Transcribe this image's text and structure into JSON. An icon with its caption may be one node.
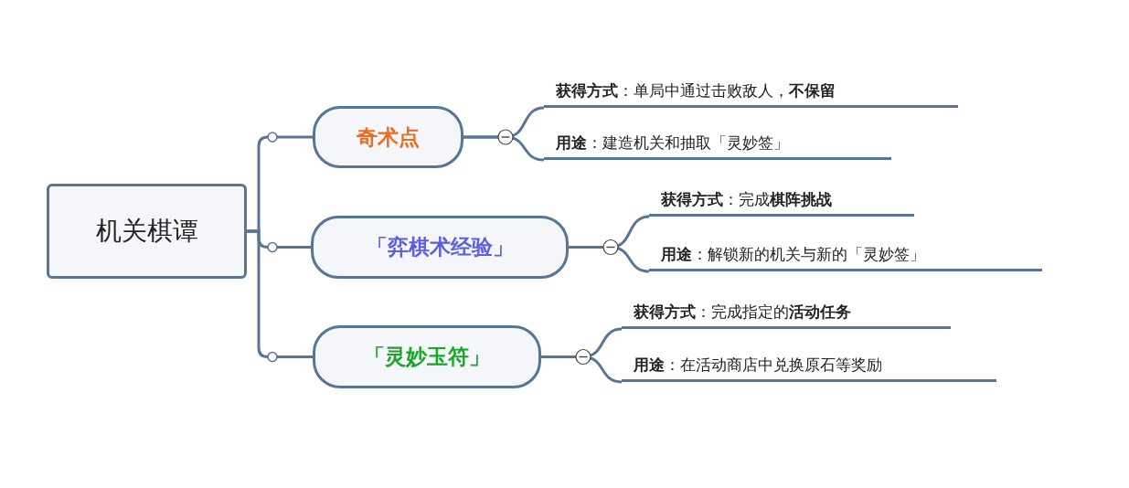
{
  "diagram": {
    "nodes": [
      {
        "text": [
          "机关棋谭"
        ]
      },
      {
        "text": [
          "奇术点"
        ]
      },
      {
        "text": [
          "「弈棋术经验」"
        ]
      },
      {
        "text": [
          "「灵妙玉符」"
        ]
      },
      {
        "text": [
          "**获得方式**：单局中通过击败敌人，**不保留**"
        ]
      },
      {
        "text": [
          "**用途**：建造机关和抽取「灵妙签」"
        ]
      },
      {
        "text": [
          "**获得方式**：完成**棋阵挑战**"
        ]
      },
      {
        "text": [
          "**用途**：解锁新的机关与新的「灵妙签」"
        ]
      },
      {
        "text": [
          "**获得方式**：完成指定的**活动任务**"
        ]
      },
      {
        "text": [
          "**用途**：在活动商店中兑换原石等奖励"
        ]
      }
    ],
    "edges": [
      {
        "from": 0,
        "to": 1,
        "arrow": "none"
      },
      {
        "from": 0,
        "to": 2,
        "arrow": "none"
      },
      {
        "from": 0,
        "to": 3,
        "arrow": "none"
      },
      {
        "from": 1,
        "to": 4,
        "arrow": "none"
      },
      {
        "from": 1,
        "to": 5,
        "arrow": "none"
      },
      {
        "from": 2,
        "to": 6,
        "arrow": "none"
      },
      {
        "from": 2,
        "to": 7,
        "arrow": "none"
      },
      {
        "from": 3,
        "to": 8,
        "arrow": "none"
      },
      {
        "from": 3,
        "to": 9,
        "arrow": "none"
      }
    ]
  }
}
